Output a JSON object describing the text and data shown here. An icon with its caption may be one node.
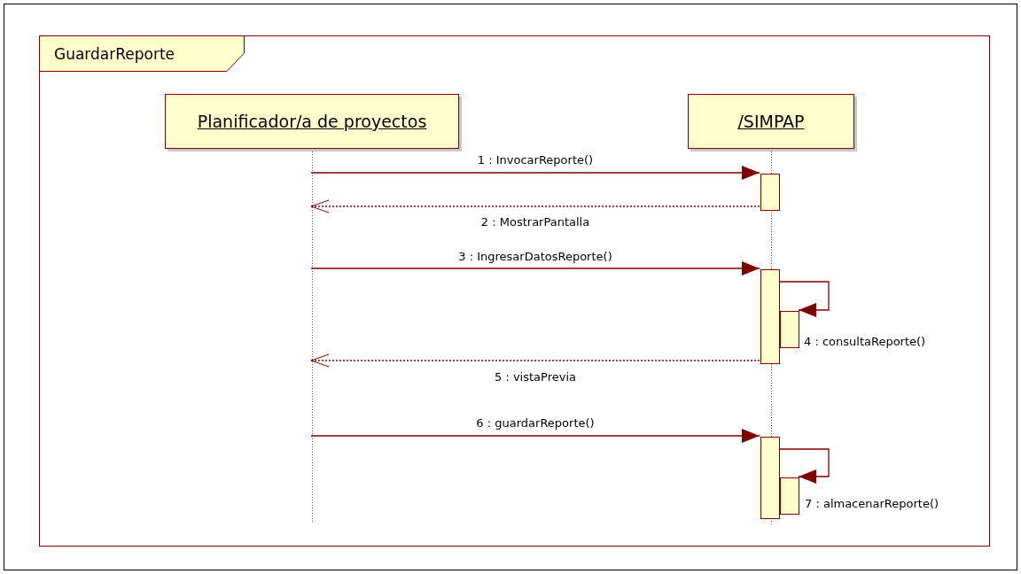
{
  "diagram": {
    "nodes": [
      {
        "text": [
          "GuardarReporte"
        ]
      },
      {
        "text": [
          "Planificador/a de proyectos"
        ],
        "in": 0
      },
      {
        "text": [
          "/SIMPAP"
        ],
        "in": 0
      },
      {
        "text": [],
        "shape": "bar",
        "in": 2
      },
      {
        "text": [],
        "shape": "bar",
        "in": 2
      },
      {
        "text": [],
        "shape": "bar",
        "in": 2
      },
      {
        "text": [],
        "shape": "bar",
        "in": 2
      },
      {
        "text": [],
        "shape": "bar",
        "in": 2
      }
    ],
    "edges": [
      {
        "from": 1,
        "to": 3,
        "arrow": "to",
        "label": "1 : InvocarReporte()"
      },
      {
        "from": 3,
        "to": 1,
        "arrow": "to",
        "label": "2 : MostrarPantalla",
        "style": "dashed"
      },
      {
        "from": 1,
        "to": 4,
        "arrow": "to",
        "label": "3 : IngresarDatosReporte()"
      },
      {
        "from": 4,
        "to": 5,
        "arrow": "to",
        "label": "4 : consultaReporte()"
      },
      {
        "from": 4,
        "to": 1,
        "arrow": "to",
        "label": "5 : vistaPrevia",
        "style": "dashed"
      },
      {
        "from": 1,
        "to": 6,
        "arrow": "to",
        "label": "6 : guardarReporte()"
      },
      {
        "from": 6,
        "to": 7,
        "arrow": "to",
        "label": "7 : almacenarReporte()"
      }
    ]
  }
}
